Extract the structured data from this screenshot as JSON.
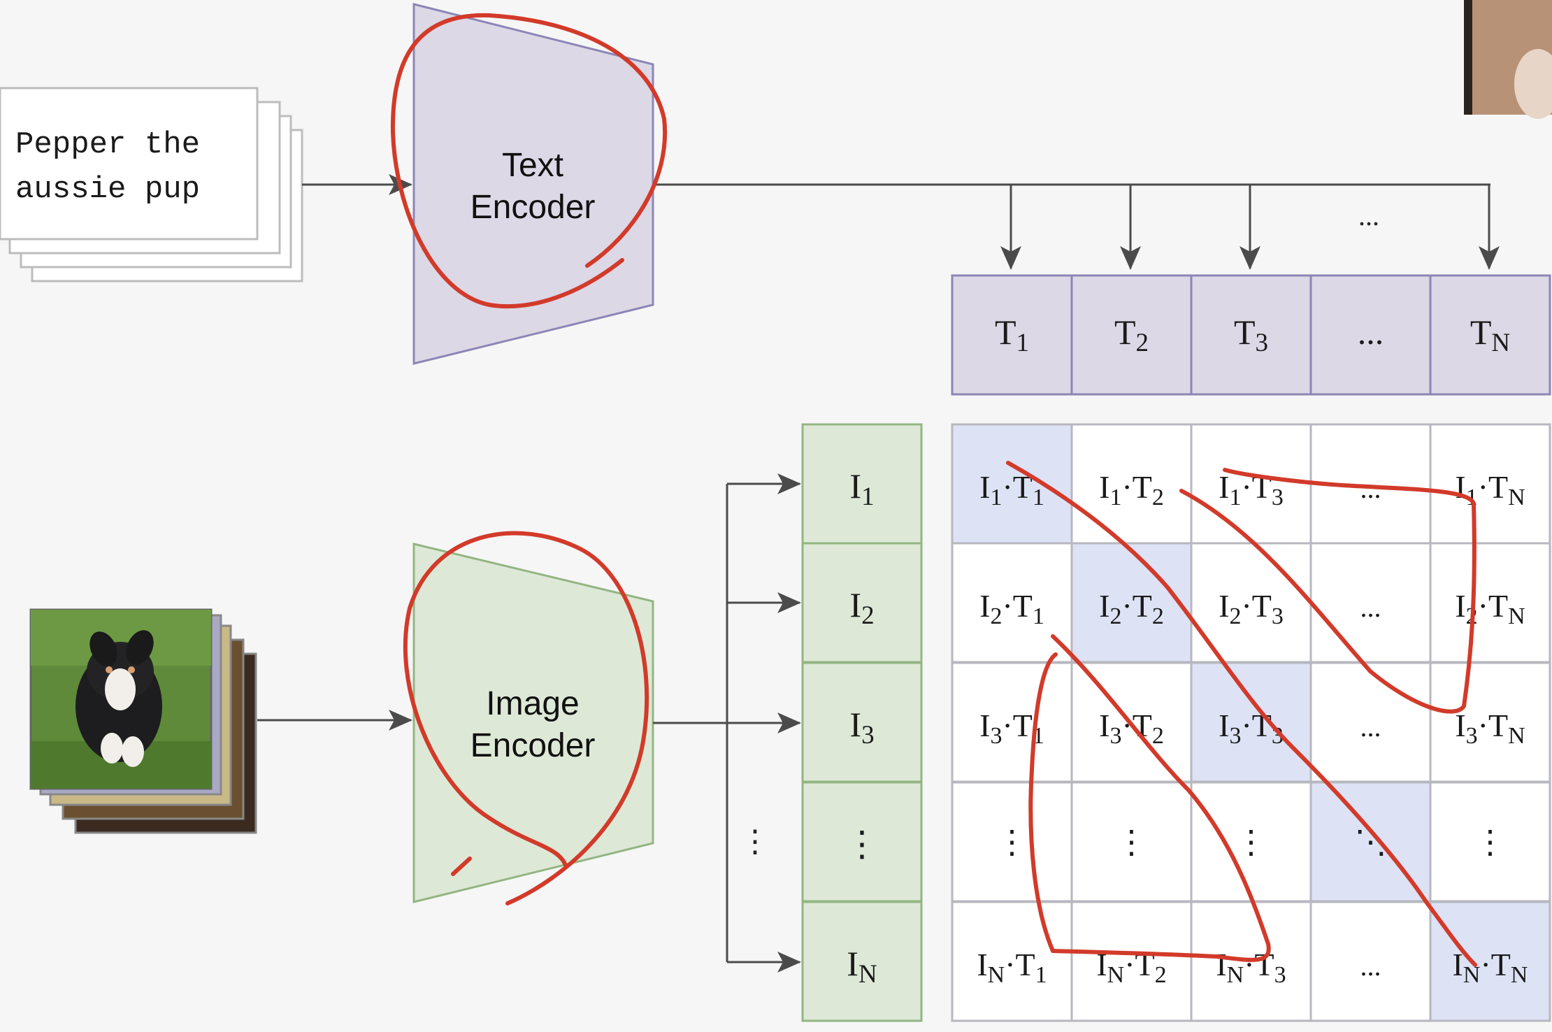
{
  "text_input": {
    "line1": "Pepper the",
    "line2": "aussie pup"
  },
  "text_encoder": {
    "line1": "Text",
    "line2": "Encoder"
  },
  "image_encoder": {
    "line1": "Image",
    "line2": "Encoder"
  },
  "ellipsis": "...",
  "vdots": "⋮",
  "ddots": "⋱",
  "text_embeddings": [
    {
      "base": "T",
      "sub": "1"
    },
    {
      "base": "T",
      "sub": "2"
    },
    {
      "base": "T",
      "sub": "3"
    },
    {
      "base": "...",
      "sub": ""
    },
    {
      "base": "T",
      "sub": "N"
    }
  ],
  "image_embeddings": [
    {
      "base": "I",
      "sub": "1"
    },
    {
      "base": "I",
      "sub": "2"
    },
    {
      "base": "I",
      "sub": "3"
    },
    {
      "base": "⋮",
      "sub": ""
    },
    {
      "base": "I",
      "sub": "N"
    }
  ],
  "matrix_row_subs": [
    "1",
    "2",
    "3",
    "",
    "N"
  ],
  "matrix_col_subs": [
    "1",
    "2",
    "3",
    "",
    "N"
  ],
  "matrix_diagonal": [
    0,
    1,
    2,
    3,
    4
  ],
  "colors": {
    "text_fill": "#dcd8e6",
    "text_stroke": "#8c86b5",
    "image_fill": "#dde9d6",
    "image_stroke": "#93b583",
    "diag_fill": "#dde3f5",
    "cell_stroke": "#b7b7bf",
    "arrow": "#4b4b4b",
    "annotation": "#d23a2a",
    "grass": "#5f8a3a"
  }
}
